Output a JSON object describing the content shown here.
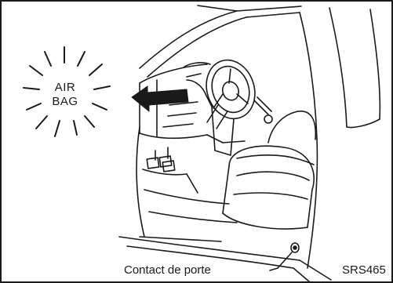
{
  "warning": {
    "line1": "AIR",
    "line2": "BAG"
  },
  "callout": {
    "label": "Contact de porte"
  },
  "reference": {
    "code": "SRS465"
  },
  "colors": {
    "ink": "#1a1a1a",
    "background": "#ffffff"
  }
}
